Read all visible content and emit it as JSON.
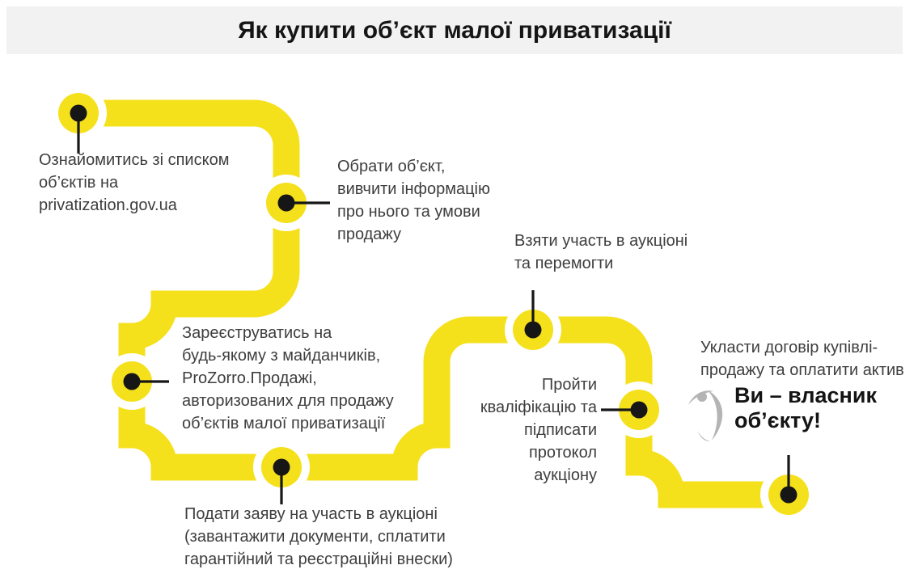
{
  "header": {
    "title": "Як купити об’єкт малої приватизації"
  },
  "steps": [
    {
      "id": 1,
      "label": "Ознайомитись зі списком\nоб’єктів на\nprivatization.gov.ua"
    },
    {
      "id": 2,
      "label": "Обрати об’єкт,\nвивчити інформацію\nпро нього та умови\nпродажу"
    },
    {
      "id": 3,
      "label": "Зареєструватись на\nбудь-якому з майданчиків,\nProZorro.Продажі,\nавторизованих для продажу\nоб’єктів малої приватизації"
    },
    {
      "id": 4,
      "label": "Подати заяву на участь в аукціоні\n(завантажити документи, сплатити\nгарантійний та реєстраційні внески)"
    },
    {
      "id": 5,
      "label": "Взяти участь в аукціоні\nта перемогти"
    },
    {
      "id": 6,
      "label": "Пройти\nкваліфікацію та\nпідписати\nпротокол\nаукціону"
    },
    {
      "id": 7,
      "label": "Укласти договір купівлі-\nпродажу та оплатити актив"
    }
  ],
  "result": {
    "headline": "Ви – власник\nоб’єкту!"
  },
  "icons": [
    {
      "name": "person-figure-icon",
      "meaning": "stylized leaping person silhouette"
    }
  ],
  "colors": {
    "route_yellow": "#f5e01c",
    "marker_black": "#161616",
    "body_text": "#3e3e3e",
    "header_background": "#f2f2f2",
    "figure_gray": "#b4b4b4",
    "canvas_background": "#ffffff"
  }
}
